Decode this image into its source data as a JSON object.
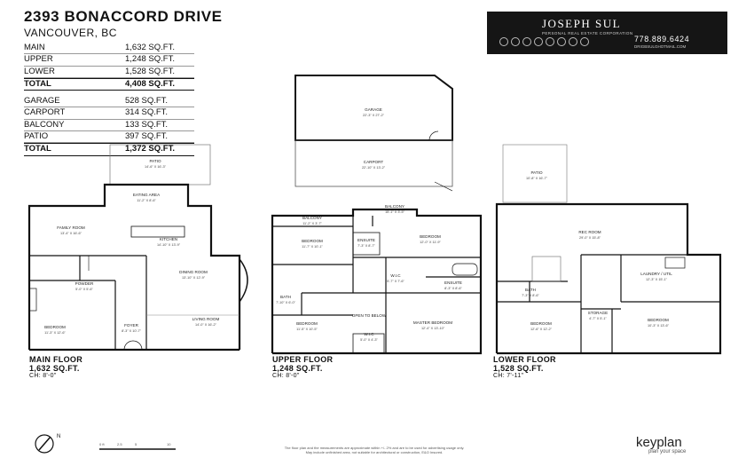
{
  "listing": {
    "address": "2393 BONACCORD DRIVE",
    "city": "VANCOUVER, BC"
  },
  "areas_living": [
    {
      "label": "MAIN",
      "value": "1,632 SQ.FT."
    },
    {
      "label": "UPPER",
      "value": "1,248 SQ.FT."
    },
    {
      "label": "LOWER",
      "value": "1,528 SQ.FT."
    },
    {
      "label": "TOTAL",
      "value": "4,408 SQ.FT.",
      "total": true
    }
  ],
  "areas_other": [
    {
      "label": "GARAGE",
      "value": "528 SQ.FT."
    },
    {
      "label": "CARPORT",
      "value": "314 SQ.FT."
    },
    {
      "label": "BALCONY",
      "value": "133 SQ.FT."
    },
    {
      "label": "PATIO",
      "value": "397 SQ.FT."
    },
    {
      "label": "TOTAL",
      "value": "1,372 SQ.FT.",
      "total": true
    }
  ],
  "brand": {
    "name": "JOSEPH SUL",
    "subtitle": "PERSONAL REAL ESTATE CORPORATION",
    "phone": "778.889.6424",
    "email": "DRIGBSULGHOTMAIL.COM",
    "background": "#151515"
  },
  "floors": {
    "main": {
      "name": "MAIN FLOOR",
      "area": "1,632 SQ.FT.",
      "ceiling": "CH: 8'-0\""
    },
    "upper": {
      "name": "UPPER FLOOR",
      "area": "1,248 SQ.FT.",
      "ceiling": "CH: 8'-0\""
    },
    "lower": {
      "name": "LOWER FLOOR",
      "area": "1,528 SQ.FT.",
      "ceiling": "CH: 7'-11\""
    }
  },
  "rooms": {
    "garage": {
      "name": "GARAGE",
      "dims": "22'-3\" X 27'-2\""
    },
    "carport": {
      "name": "CARPORT",
      "dims": "22'-10\" X 13'-2\""
    },
    "patio_main": {
      "name": "PATIO",
      "dims": "14'-6\" X 16'-3\""
    },
    "eating": {
      "name": "EATING AREA",
      "dims": "11'-2\" X 8'-6\""
    },
    "family": {
      "name": "FAMILY ROOM",
      "dims": "13'-4\" X 16'-6\""
    },
    "kitchen": {
      "name": "KITCHEN",
      "dims": "14'-10\" X 13'-9\""
    },
    "dining": {
      "name": "DINING ROOM",
      "dims": "13'-10\" X 12'-9\""
    },
    "powder": {
      "name": "POWDER",
      "dims": "5'-0\" X 5'-6\""
    },
    "bedroom_main": {
      "name": "BEDROOM",
      "dims": "11'-3\" X 12'-6\""
    },
    "living": {
      "name": "LIVING ROOM",
      "dims": "14'-0\" X 16'-2\""
    },
    "foyer": {
      "name": "FOYER",
      "dims": "8'-3\" X 10'-7\""
    },
    "balcony_a": {
      "name": "BALCONY",
      "dims": "11'-2\" X 3'-7\""
    },
    "balcony_b": {
      "name": "BALCONY",
      "dims": "15'-1\" X 3'-5\""
    },
    "bedroom_u1": {
      "name": "BEDROOM",
      "dims": "11'-7\" X 10'-1\""
    },
    "ensuite_u": {
      "name": "ENSUITE",
      "dims": "7'-3\" X 8'-7\""
    },
    "bedroom_u2": {
      "name": "BEDROOM",
      "dims": "12'-0\" X 11'-9\""
    },
    "wic_u": {
      "name": "W.I.C",
      "dims": "5'-7\" X 7'-6\""
    },
    "ensuite_m": {
      "name": "ENSUITE",
      "dims": "8'-3\" X 8'-6\""
    },
    "bath_u": {
      "name": "BATH",
      "dims": "7'-10\" X 6'-0\""
    },
    "bedroom_u3": {
      "name": "BEDROOM",
      "dims": "11'-5\" X 10'-5\""
    },
    "open_below": {
      "name": "OPEN TO BELOW",
      "dims": ""
    },
    "wic_u2": {
      "name": "W.I.C",
      "dims": "5'-0\" X 4'-3\""
    },
    "master": {
      "name": "MASTER BEDROOM",
      "dims": "12'-4\" X 13'-10\""
    },
    "patio_lower": {
      "name": "PATIO",
      "dims": "10'-8\" X 16'-7\""
    },
    "rec": {
      "name": "REC ROOM",
      "dims": "29'-0\" X 15'-8\""
    },
    "laundry": {
      "name": "LAUNDRY / UTIL",
      "dims": "12'-3\" X 15'-1\""
    },
    "bath_l": {
      "name": "BATH",
      "dims": "7'-3\" X 8'-6\""
    },
    "storage": {
      "name": "STORAGE",
      "dims": "4'-7\" X 5'-1\""
    },
    "bedroom_l1": {
      "name": "BEDROOM",
      "dims": "12'-6\" X 12'-2\""
    },
    "bedroom_l2": {
      "name": "BEDROOM",
      "dims": "10'-3\" X 13'-6\""
    }
  },
  "footer": {
    "note1": "The floor plan and the measurements are approximate within +/- 2% and are to be used for advertising usage only.",
    "note2": "May include unfinished area, not suitable for architectural or construction, E&O Insured.",
    "logo": "keyplan",
    "tagline": "plan your space",
    "logo_accent": "#e8732a"
  }
}
